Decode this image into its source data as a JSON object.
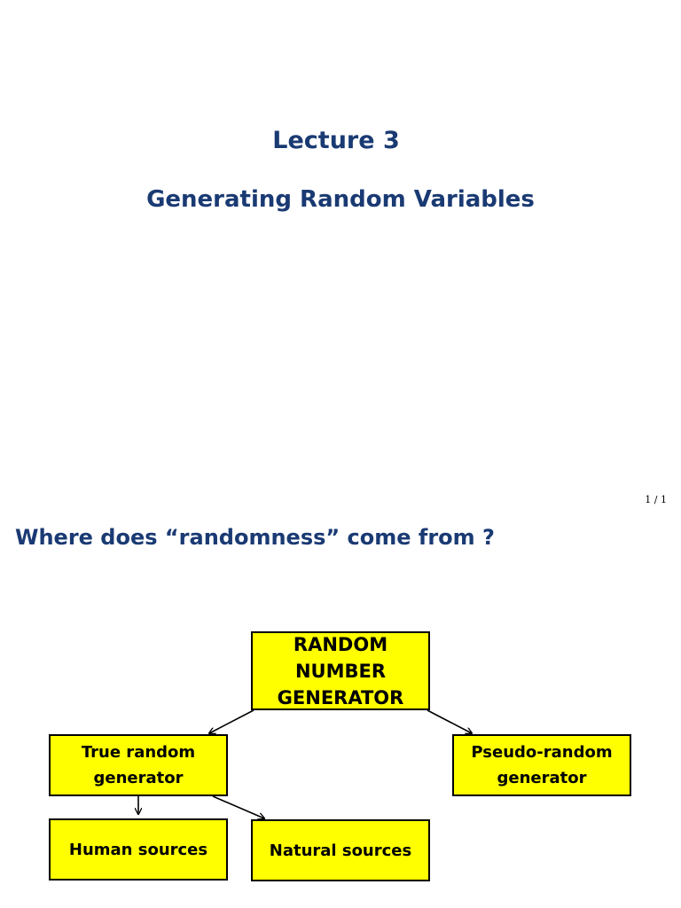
{
  "slide1": {
    "lecture_number": "Lecture 3",
    "lecture_title": "Generating Random Variables",
    "page_number": "1 / 1"
  },
  "slide2": {
    "title": "Where does “randomness” come from ?",
    "diagram": {
      "root": "RANDOM\nNUMBER\nGENERATOR",
      "true_random": "True random\ngenerator",
      "pseudo_random": "Pseudo-random\ngenerator",
      "human_sources": "Human sources",
      "natural_sources": "Natural sources"
    }
  }
}
